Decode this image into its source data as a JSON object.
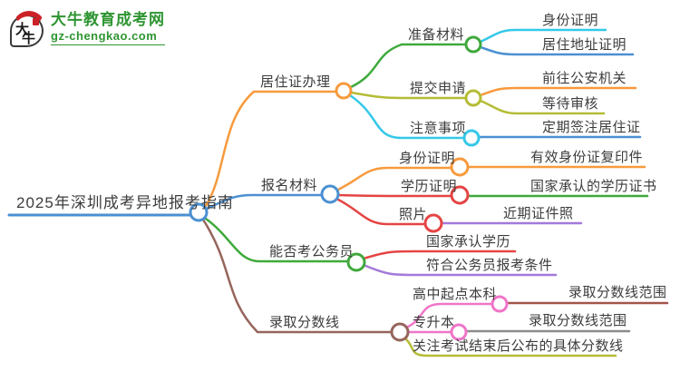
{
  "logo": {
    "title": "大牛教育成考网",
    "domain": "gz-chengkao.com",
    "icon_text_1": "大",
    "icon_text_2": "牛",
    "brand_color": "#2e9532"
  },
  "palette": {
    "orange": "#f79a3d",
    "blue": "#4a90d2",
    "green": "#3fa93c",
    "olive": "#b4bc35",
    "cyan": "#35c8e8",
    "red": "#e54444",
    "purple": "#a379d9",
    "pink": "#f075c8",
    "brown": "#96655c",
    "darkbrown": "#a3544c",
    "gray": "#8c8c8c",
    "text": "#3c3c3c"
  },
  "mindmap": {
    "root": {
      "label": "2025年深圳成考异地报考指南"
    },
    "branches": [
      {
        "label": "居住证办理",
        "children": [
          {
            "label": "准备材料",
            "children": [
              {
                "label": "身份证明"
              },
              {
                "label": "居住地址证明"
              }
            ]
          },
          {
            "label": "提交申请",
            "children": [
              {
                "label": "前往公安机关"
              },
              {
                "label": "等待审核"
              }
            ]
          },
          {
            "label": "注意事项",
            "children": [
              {
                "label": "定期签注居住证"
              }
            ]
          }
        ]
      },
      {
        "label": "报名材料",
        "children": [
          {
            "label": "身份证明",
            "children": [
              {
                "label": "有效身份证复印件"
              }
            ]
          },
          {
            "label": "学历证明",
            "children": [
              {
                "label": "国家承认的学历证书"
              }
            ]
          },
          {
            "label": "照片",
            "children": [
              {
                "label": "近期证件照"
              }
            ]
          }
        ]
      },
      {
        "label": "能否考公务员",
        "children": [
          {
            "label": "国家承认学历"
          },
          {
            "label": "符合公务员报考条件"
          }
        ]
      },
      {
        "label": "录取分数线",
        "children": [
          {
            "label": "高中起点本科",
            "children": [
              {
                "label": "录取分数线范围"
              }
            ]
          },
          {
            "label": "专升本",
            "children": [
              {
                "label": "录取分数线范围"
              }
            ]
          },
          {
            "label": "关注考试结束后公布的具体分数线"
          }
        ]
      }
    ]
  }
}
